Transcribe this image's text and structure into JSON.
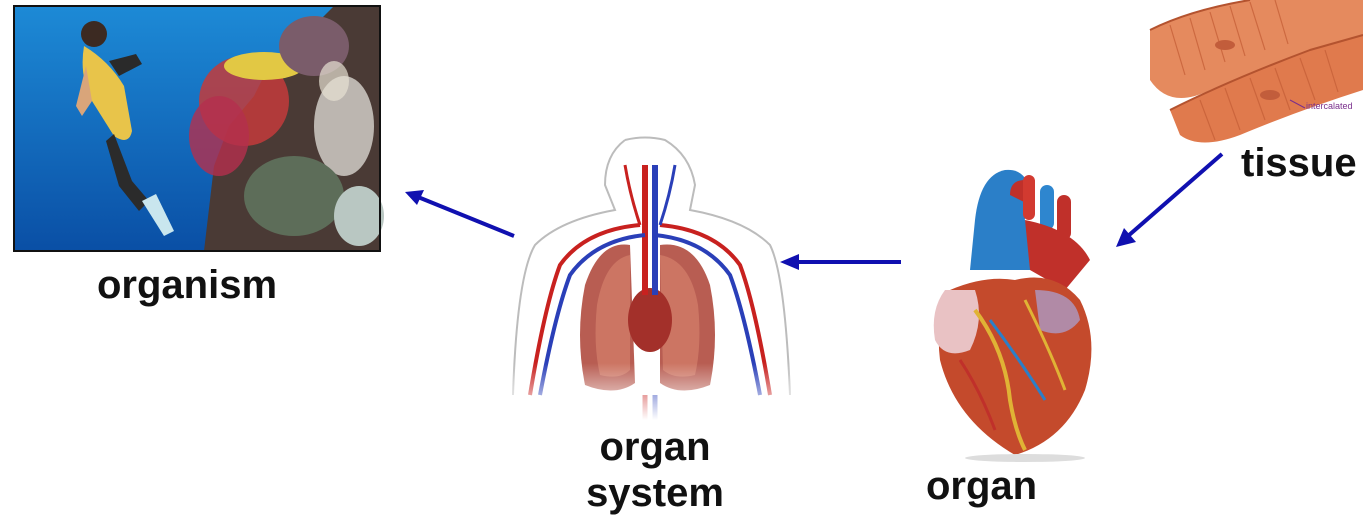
{
  "labels": {
    "organism": "organism",
    "organ_system_line1": "organ",
    "organ_system_line2": "system",
    "organ": "organ",
    "tissue": "tissue",
    "intercalated": "intercalated"
  },
  "images": {
    "organism": "scuba-diver-coral-reef-photo",
    "organ_system": "circulatory-system-illustration",
    "organ": "heart-model-photo",
    "tissue": "cardiac-muscle-tissue-illustration"
  },
  "colors": {
    "arrow": "#1010b0",
    "label_text": "#111111",
    "intercalated_text": "#7a2f8c"
  }
}
